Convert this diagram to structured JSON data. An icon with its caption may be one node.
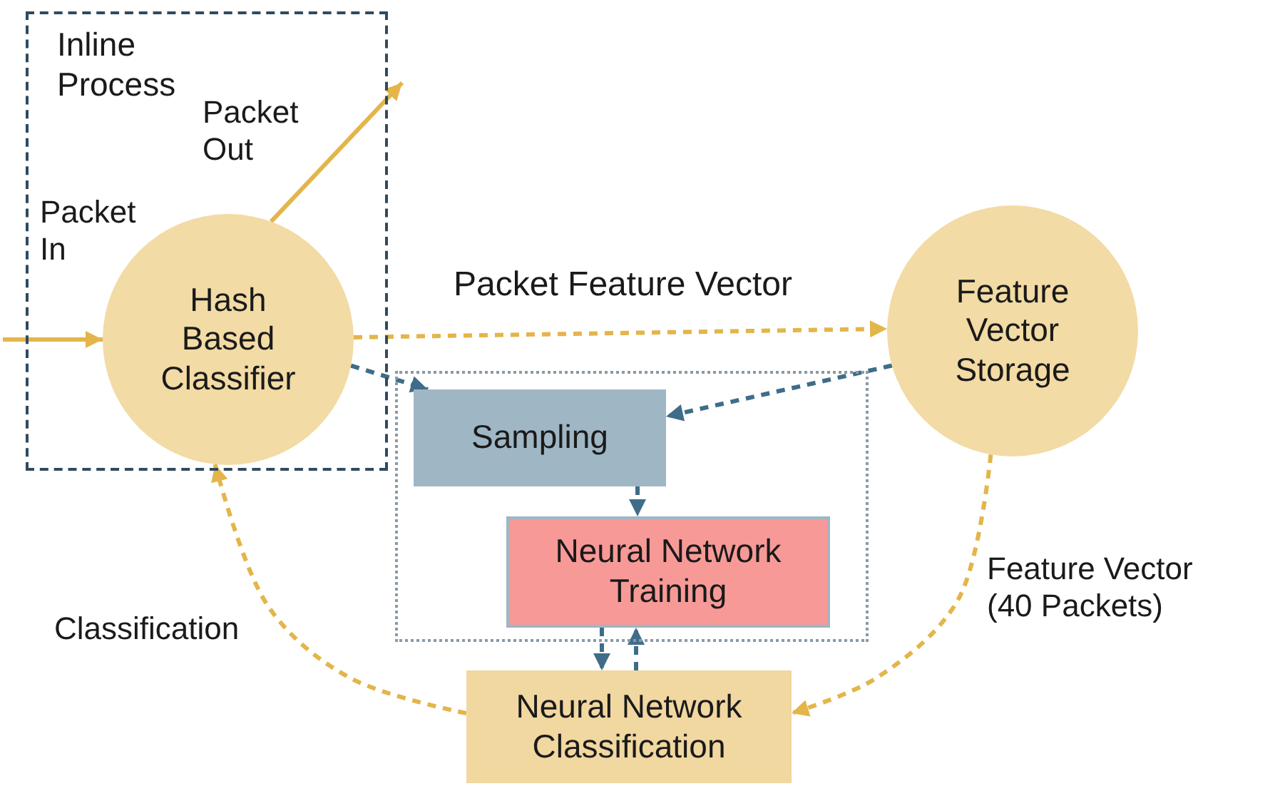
{
  "diagram": {
    "nodes": [
      {
        "text": [
          "Inline Process"
        ]
      },
      {
        "text": [
          "Hash Based Classifier"
        ],
        "in": 0
      },
      {
        "text": [
          "Feature Vector Storage"
        ]
      },
      {
        "text": [],
        "shape": "box"
      },
      {
        "text": [
          "Sampling"
        ],
        "in": 3
      },
      {
        "text": [
          "Neural Network Training"
        ],
        "in": 3
      },
      {
        "text": [
          "Neural Network Classification"
        ]
      }
    ],
    "edges": [
      {
        "from": null,
        "to": 1,
        "arrow": "to",
        "label": "Packet In"
      },
      {
        "from": 1,
        "to": null,
        "arrow": "to",
        "label": "Packet Out"
      },
      {
        "from": 1,
        "to": 2,
        "arrow": "to",
        "label": "Packet Feature Vector",
        "style": "dashed"
      },
      {
        "from": 1,
        "to": 4,
        "arrow": "to",
        "style": "dashed",
        "color": "#3f6d89"
      },
      {
        "from": 2,
        "to": 4,
        "arrow": "to",
        "style": "dashed",
        "color": "#3f6d89"
      },
      {
        "from": 4,
        "to": 5,
        "arrow": "to",
        "style": "dashed",
        "color": "#3f6d89"
      },
      {
        "from": 5,
        "to": 6,
        "arrow": "to",
        "style": "dashed",
        "color": "#3f6d89"
      },
      {
        "from": 6,
        "to": 5,
        "arrow": "to",
        "style": "dashed",
        "color": "#3f6d89"
      },
      {
        "from": 2,
        "to": 6,
        "arrow": "to",
        "label": "Feature Vector (40 Packets)",
        "style": "dashed"
      },
      {
        "from": 6,
        "to": 1,
        "arrow": "to",
        "label": "Classification",
        "style": "dashed"
      }
    ]
  }
}
